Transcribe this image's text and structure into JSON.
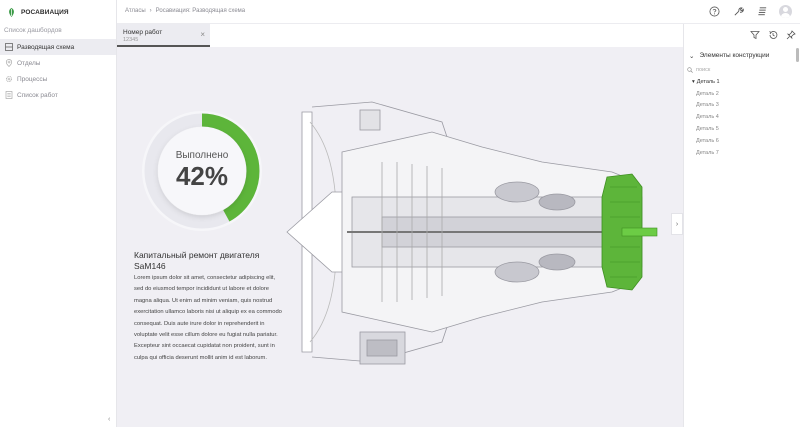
{
  "brand": {
    "name": "РОСАВИАЦИЯ"
  },
  "sidebar": {
    "section_title": "Список дашбордов",
    "items": [
      {
        "label": "Разводящая схема",
        "icon": "grid-icon",
        "active": true
      },
      {
        "label": "Отделы",
        "icon": "location-icon",
        "active": false
      },
      {
        "label": "Процессы",
        "icon": "gear-icon",
        "active": false
      },
      {
        "label": "Список работ",
        "icon": "list-icon",
        "active": false
      }
    ],
    "collapse_glyph": "‹"
  },
  "breadcrumb": {
    "root": "Атласы",
    "separator": "›",
    "current": "Росавиация: Разводящая схема"
  },
  "tab": {
    "title": "Номер работ",
    "subtitle": "12345",
    "close_glyph": "×"
  },
  "progress": {
    "label": "Выполнено",
    "value": "42%",
    "fraction": 0.42,
    "color": "#5db53a",
    "track_color": "#e8e8ee"
  },
  "work": {
    "title": "Капитальный ремонт двигателя SaM146",
    "description": "Lorem ipsum dolor sit amet, consectetur adipiscing elit, sed do eiusmod  tempor incididunt ut labore et dolore magna aliqua. Ut enim ad minim  veniam, quis nostrud exercitation ullamco laboris nisi ut aliquip ex ea  commodo consequat. Duis aute irure dolor in reprehenderit in voluptate  velit esse cillum dolore eu fugiat nulla pariatur. Excepteur sint  occaecat cupidatat non proident, sunt in culpa qui officia deserunt mollit anim id est laborum."
  },
  "canvas": {
    "next_glyph": "›"
  },
  "right_panel": {
    "tree_title": "Элементы конструкции",
    "search_placeholder": "поиск",
    "items": [
      {
        "label": "Деталь 1",
        "selected": true
      },
      {
        "label": "Деталь 2",
        "selected": false
      },
      {
        "label": "Деталь 3",
        "selected": false
      },
      {
        "label": "Деталь 4",
        "selected": false
      },
      {
        "label": "Деталь 5",
        "selected": false
      },
      {
        "label": "Деталь 6",
        "selected": false
      },
      {
        "label": "Деталь 7",
        "selected": false
      }
    ]
  },
  "colors": {
    "accent": "#5db53a",
    "brand": "#2e7d32",
    "canvas_bg": "#f0eff4"
  }
}
